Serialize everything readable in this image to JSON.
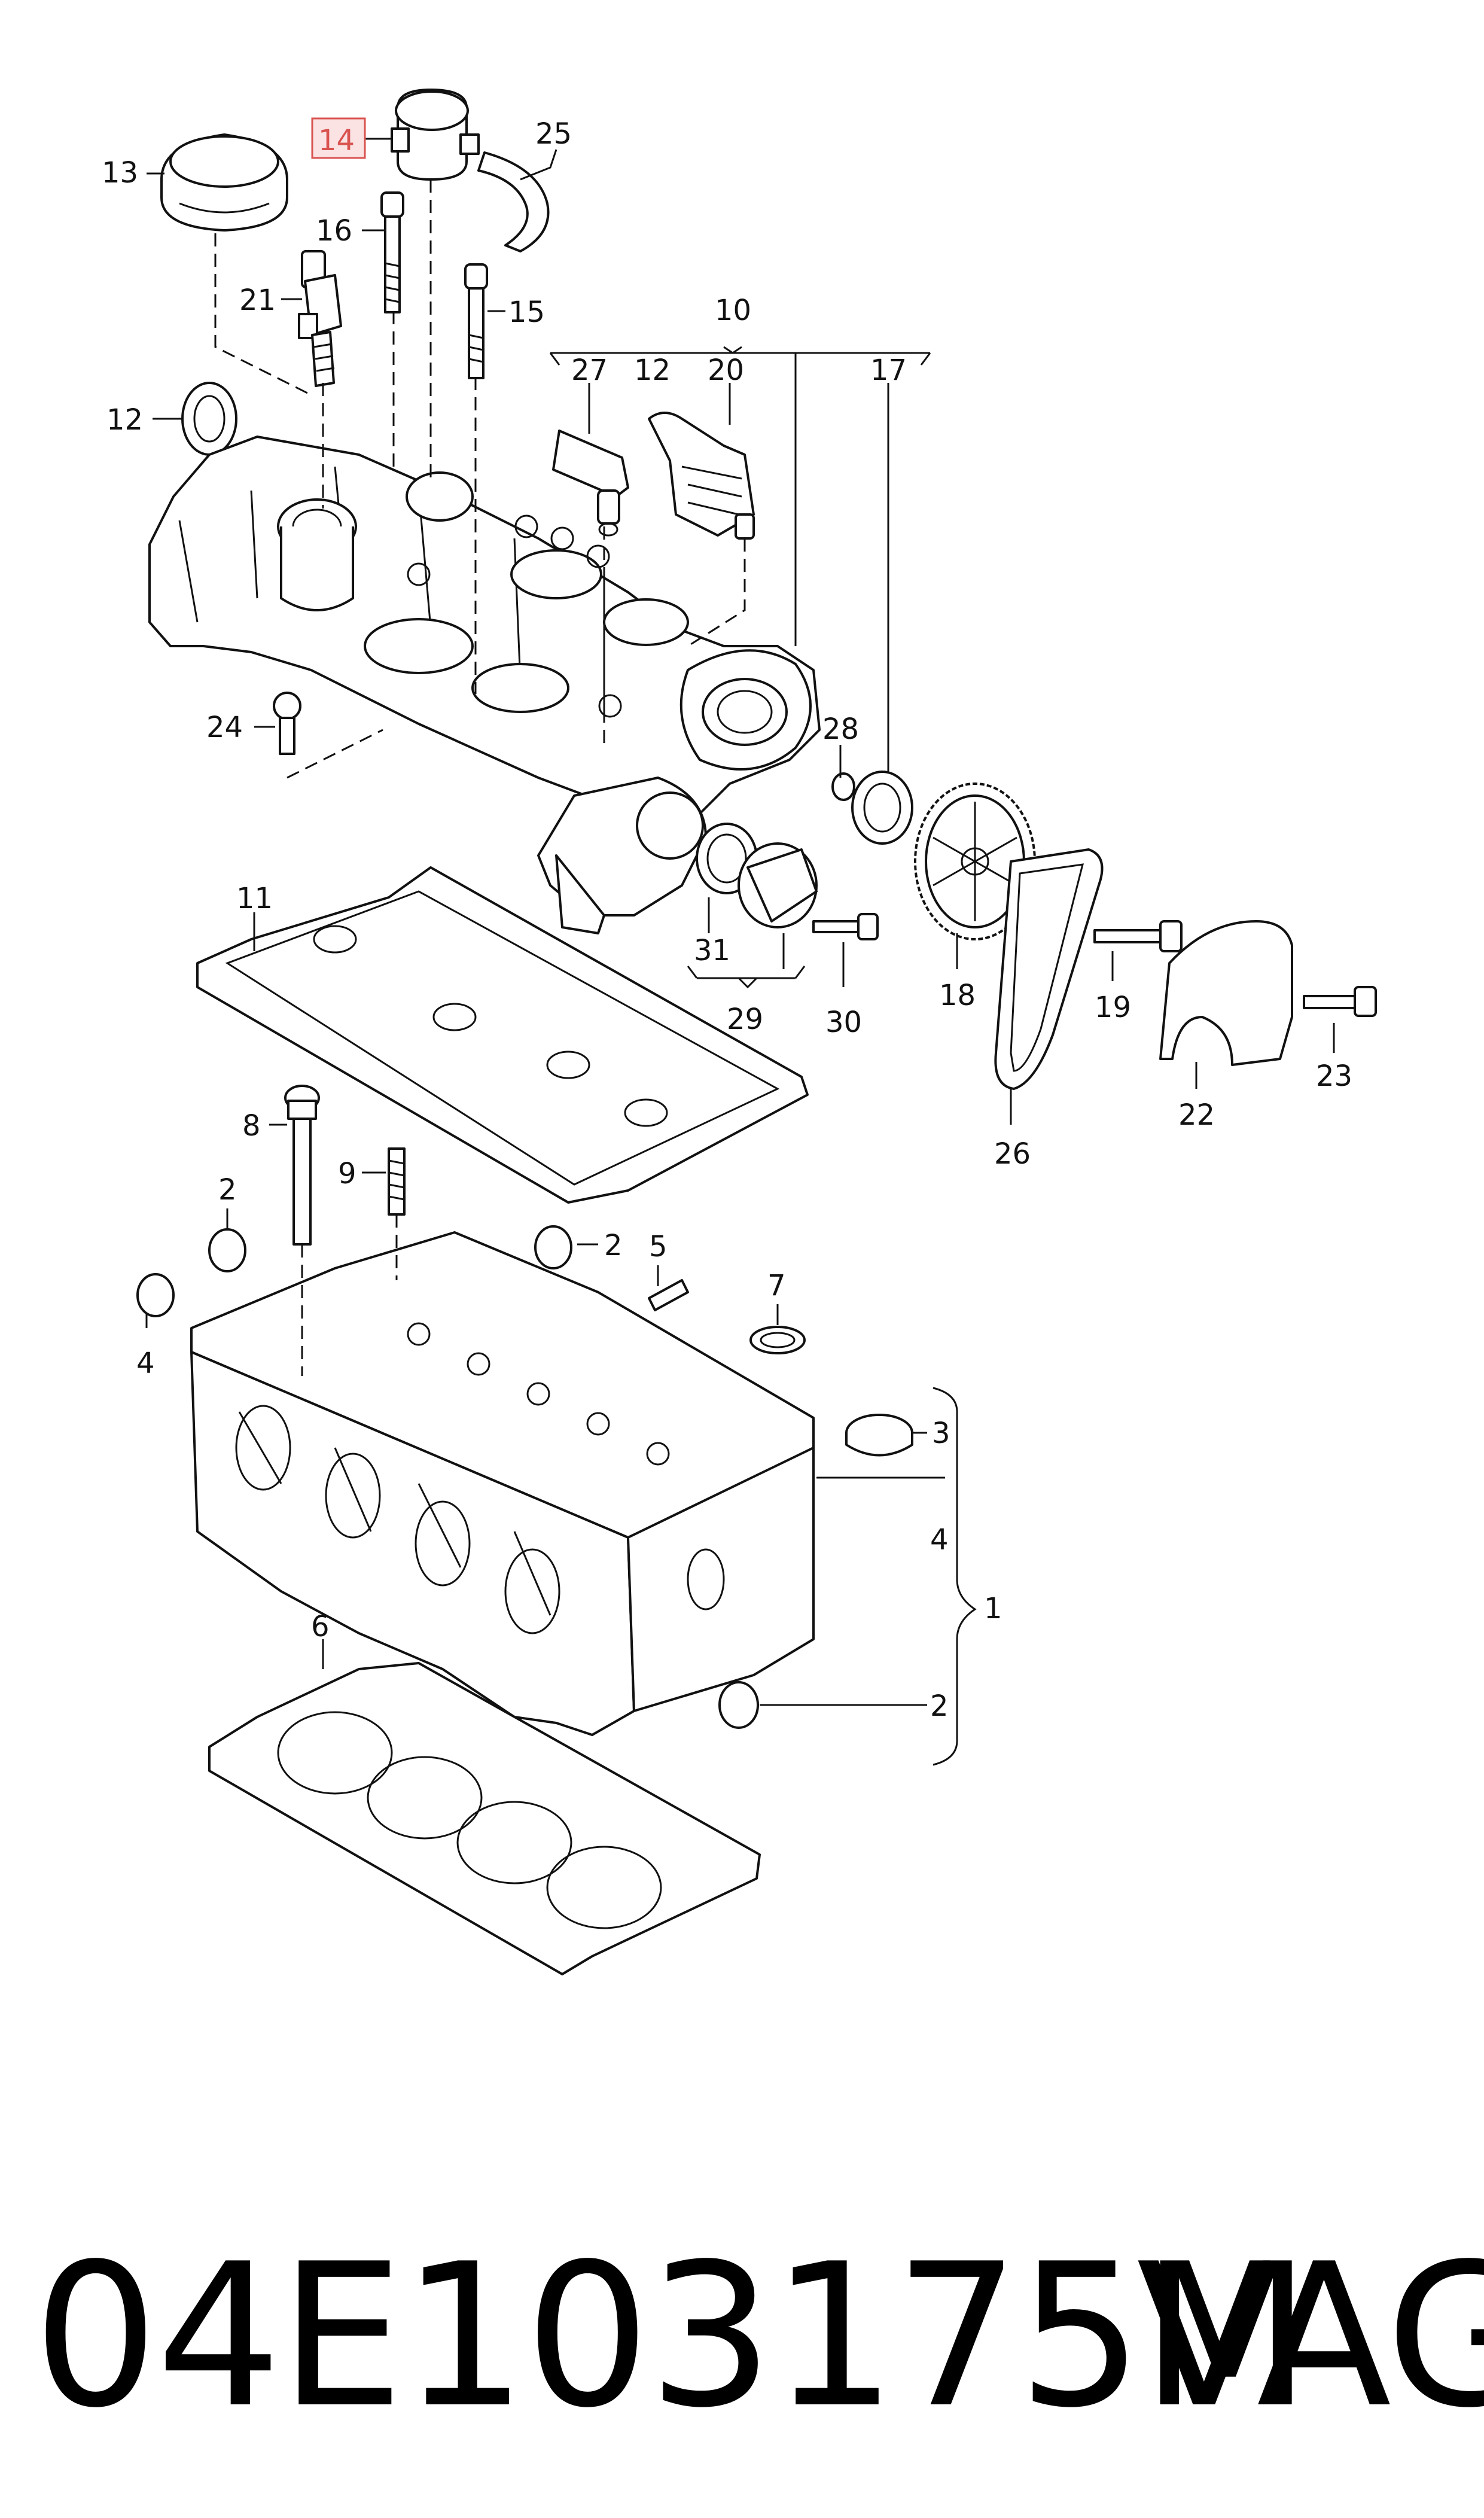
{
  "diagram": {
    "highlight_color": "#d9534f",
    "highlighted_callout": "14",
    "callouts": [
      {
        "id": "c14",
        "text": "14"
      },
      {
        "id": "c25",
        "text": "25"
      },
      {
        "id": "c13",
        "text": "13"
      },
      {
        "id": "c16",
        "text": "16"
      },
      {
        "id": "c21",
        "text": "21"
      },
      {
        "id": "c15",
        "text": "15"
      },
      {
        "id": "c10",
        "text": "10"
      },
      {
        "id": "c27",
        "text": "27"
      },
      {
        "id": "c12a",
        "text": "12"
      },
      {
        "id": "c20",
        "text": "20"
      },
      {
        "id": "c17",
        "text": "17"
      },
      {
        "id": "c12b",
        "text": "12"
      },
      {
        "id": "c24",
        "text": "24"
      },
      {
        "id": "c28",
        "text": "28"
      },
      {
        "id": "c11",
        "text": "11"
      },
      {
        "id": "c31",
        "text": "31"
      },
      {
        "id": "c29",
        "text": "29"
      },
      {
        "id": "c30",
        "text": "30"
      },
      {
        "id": "c18",
        "text": "18"
      },
      {
        "id": "c19",
        "text": "19"
      },
      {
        "id": "c23",
        "text": "23"
      },
      {
        "id": "c22",
        "text": "22"
      },
      {
        "id": "c26",
        "text": "26"
      },
      {
        "id": "c8",
        "text": "8"
      },
      {
        "id": "c9",
        "text": "9"
      },
      {
        "id": "c2a",
        "text": "2"
      },
      {
        "id": "c2b",
        "text": "2"
      },
      {
        "id": "c5",
        "text": "5"
      },
      {
        "id": "c7",
        "text": "7"
      },
      {
        "id": "c4a",
        "text": "4"
      },
      {
        "id": "c3",
        "text": "3"
      },
      {
        "id": "c4b",
        "text": "4"
      },
      {
        "id": "c1",
        "text": "1"
      },
      {
        "id": "c2c",
        "text": "2"
      },
      {
        "id": "c6",
        "text": "6"
      }
    ]
  },
  "caption": {
    "part_number": "04E103175M",
    "brand": "VAG"
  }
}
